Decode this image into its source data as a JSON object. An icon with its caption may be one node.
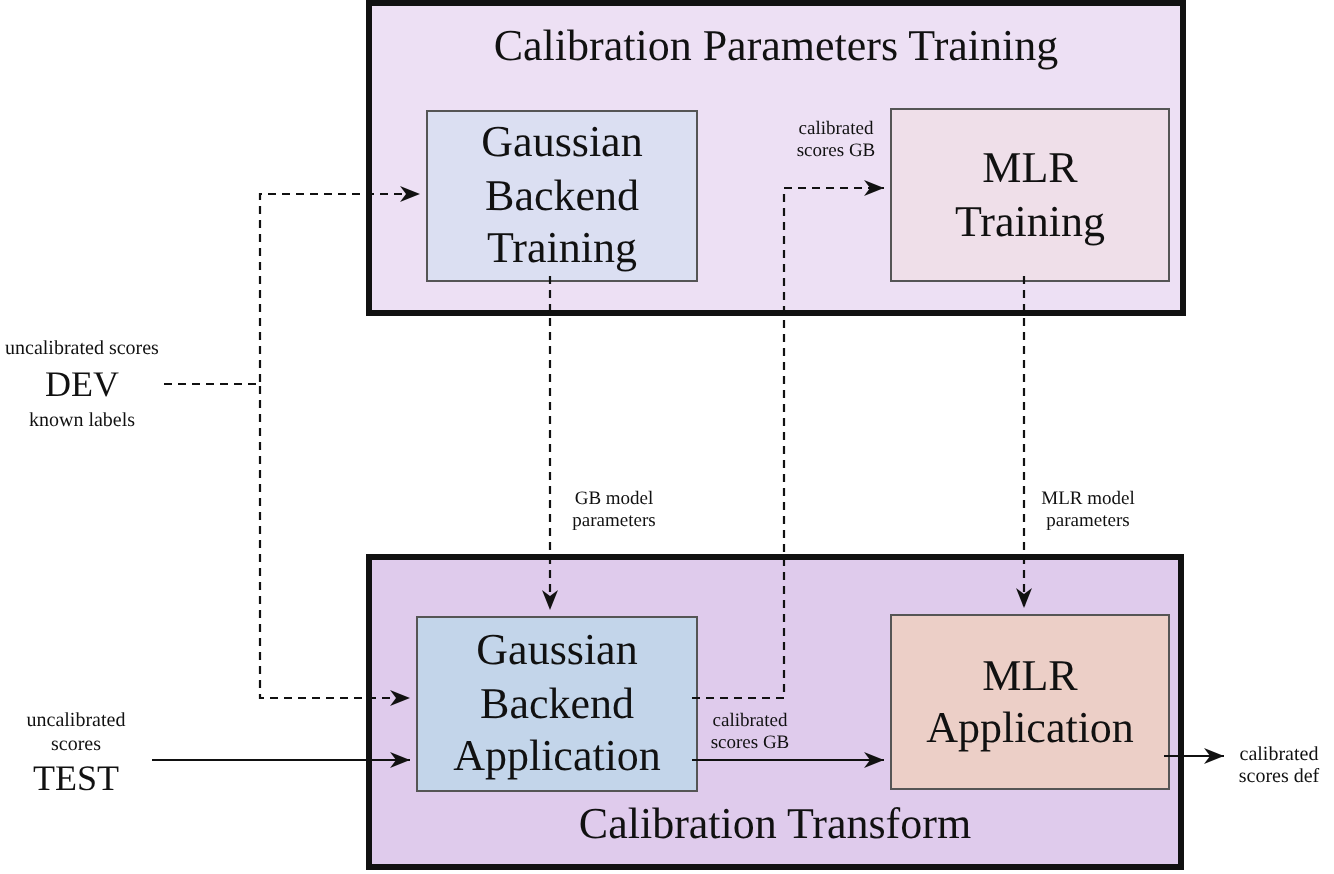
{
  "diagram": {
    "nodes": [
      {
        "text": [
          "Calibration Parameters Training"
        ]
      },
      {
        "text": [
          "Gaussian Backend Training"
        ],
        "in": 0
      },
      {
        "text": [
          "MLR Training"
        ],
        "in": 0
      },
      {
        "text": [
          "uncalibrated scores",
          "DEV",
          "known labels"
        ]
      },
      {
        "text": [
          "Calibration Transform"
        ]
      },
      {
        "text": [
          "Gaussian Backend Application"
        ],
        "in": 4
      },
      {
        "text": [
          "MLR Application"
        ],
        "in": 4
      },
      {
        "text": [
          "uncalibrated scores",
          "TEST"
        ]
      },
      {
        "text": [
          "calibrated scores def"
        ]
      }
    ],
    "edges": [
      {
        "from": 3,
        "to": 1,
        "arrow": "to",
        "style": "dashed"
      },
      {
        "from": 3,
        "to": 5,
        "arrow": "to",
        "style": "dashed"
      },
      {
        "from": 5,
        "to": 2,
        "arrow": "to",
        "style": "dashed",
        "label": "calibrated scores GB"
      },
      {
        "from": 1,
        "to": 5,
        "arrow": "to",
        "style": "dashed",
        "label": "GB model parameters"
      },
      {
        "from": 2,
        "to": 6,
        "arrow": "to",
        "style": "dashed",
        "label": "MLR model parameters"
      },
      {
        "from": 7,
        "to": 5,
        "arrow": "to"
      },
      {
        "from": 5,
        "to": 6,
        "arrow": "to",
        "label": "calibrated scores GB"
      },
      {
        "from": 6,
        "to": 8,
        "arrow": "to"
      }
    ]
  }
}
